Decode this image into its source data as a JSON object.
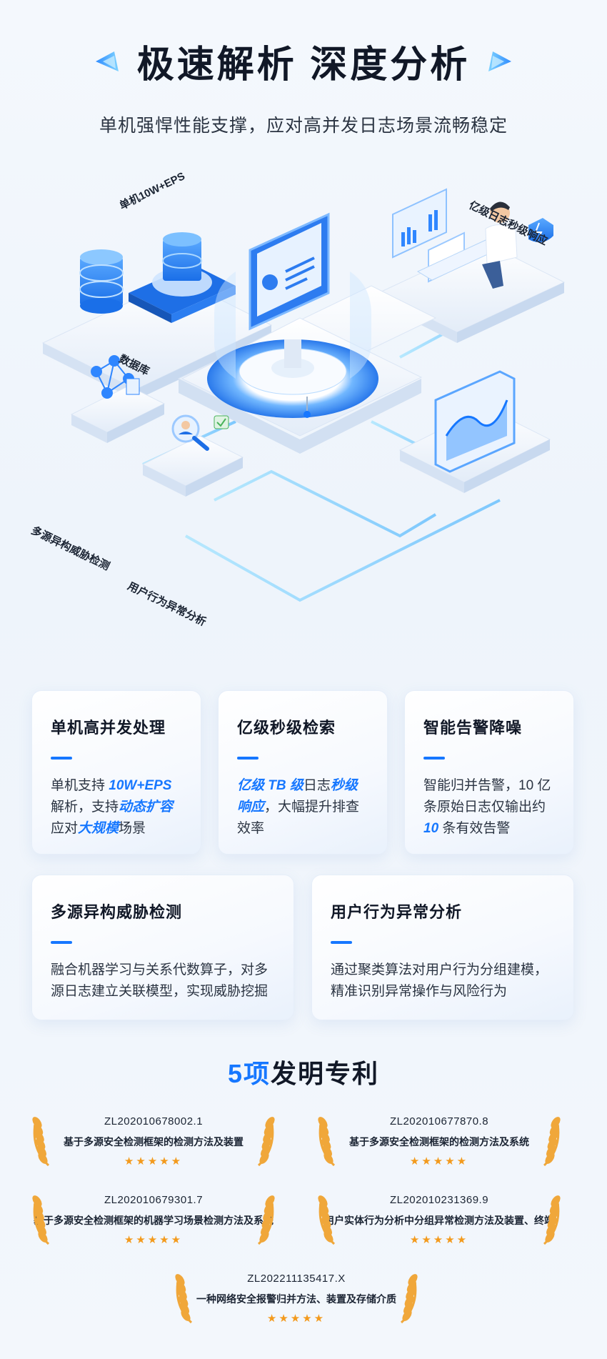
{
  "header": {
    "title": "极速解析 深度分析",
    "subtitle": "单机强悍性能支撑，应对高并发日志场景流畅稳定"
  },
  "scene": {
    "label_eps": "单机10W+EPS",
    "label_db": "数据库",
    "label_response": "亿级日志秒级响应",
    "label_threat": "多源异构威胁检测",
    "label_behavior": "用户行为异常分析"
  },
  "cards": [
    {
      "title": "单机高并发处理",
      "text": [
        "单机支持 ",
        "10W+EPS",
        "解析，支持",
        "动态扩容",
        "应对",
        "大规模",
        "场景"
      ]
    },
    {
      "title": "亿级秒级检索",
      "text": [
        "亿级 TB 级",
        "日志",
        "秒级",
        "响应",
        "，大幅提升排查",
        "效率"
      ]
    },
    {
      "title": "智能告警降噪",
      "text": [
        "智能归并告警，10 亿",
        "条原始日志仅输出约",
        "10",
        " 条有效告警"
      ]
    },
    {
      "title": "多源异构威胁检测",
      "text": [
        "融合机器学习与关系代数算子，对多",
        "源日志建立关联模型，实现威胁挖掘"
      ]
    },
    {
      "title": "用户行为异常分析",
      "text": [
        "通过聚类算法对用户行为分组建模，",
        "精准识别异常操作与风险行为"
      ]
    }
  ],
  "patents": {
    "count": "5项",
    "title_rest": "发明专利",
    "items": [
      {
        "no": "ZL202010678002.1",
        "name": "基于多源安全检测框架的检测方法及装置",
        "stars": "★★★★★"
      },
      {
        "no": "ZL202010677870.8",
        "name": "基于多源安全检测框架的检测方法及系统",
        "stars": "★★★★★"
      },
      {
        "no": "ZL202010679301.7",
        "name": "基于多源安全检测框架的机器学习场景检测方法及系统",
        "stars": "★★★★★"
      },
      {
        "no": "ZL202010231369.9",
        "name": "用户实体行为分析中分组异常检测方法及装置、终端",
        "stars": "★★★★★"
      },
      {
        "no": "ZL202211135417.X",
        "name": "一种网络安全报警归并方法、装置及存储介质",
        "stars": "★★★★★"
      }
    ]
  },
  "colors": {
    "accent": "#1677ff",
    "star": "#f39a1d",
    "wreath": "#f0a73a"
  }
}
